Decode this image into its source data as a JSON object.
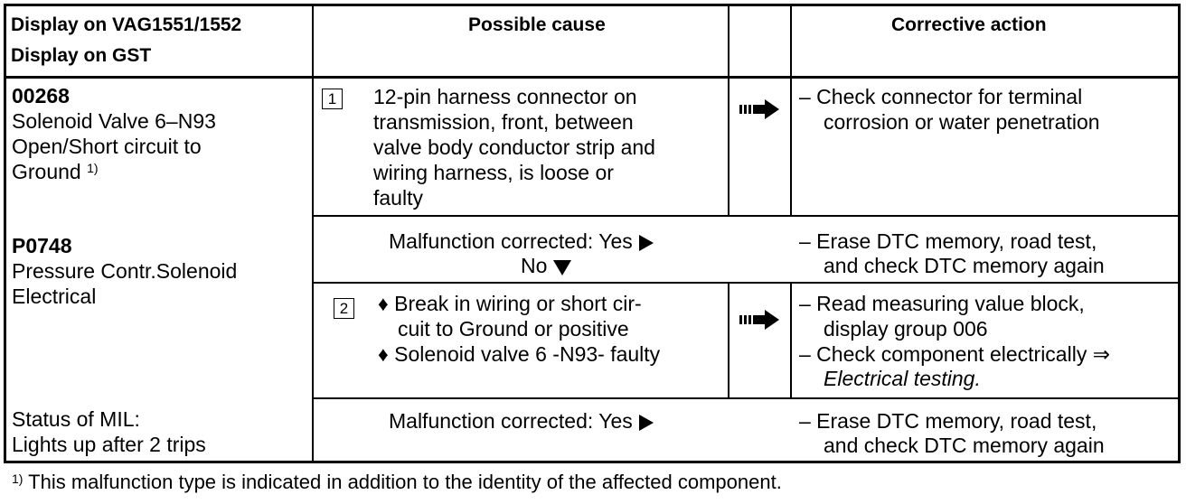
{
  "header": {
    "display_line1": "Display on VAG1551/1552",
    "display_line2": "Display on GST",
    "possible_cause": "Possible cause",
    "corrective_action": "Corrective action"
  },
  "left": {
    "code1": "00268",
    "desc1_line1": "Solenoid Valve 6–N93",
    "desc1_line2": "Open/Short circuit to",
    "desc1_line3": "Ground",
    "desc1_sup": "1)",
    "code2": "P0748",
    "desc2_line1": "Pressure Contr.Solenoid",
    "desc2_line2": "Electrical",
    "mil_line1": "Status of MIL:",
    "mil_line2": "Lights up after 2 trips"
  },
  "step1": {
    "number": "1",
    "lines": [
      "12-pin harness connector on",
      "transmission, front, between",
      "valve body conductor strip and",
      "wiring harness, is loose or",
      "faulty"
    ],
    "action_line1": "– Check connector for terminal",
    "action_line2": "corrosion or water penetration"
  },
  "check1": {
    "corrected": "Malfunction corrected:  Yes",
    "no": "No",
    "action_line1": "– Erase DTC memory, road test,",
    "action_line2": "and check DTC memory again"
  },
  "step2": {
    "number": "2",
    "bullet1_line1": "♦ Break in wiring or short cir-",
    "bullet1_line2": "cuit to Ground or positive",
    "bullet2": "♦ Solenoid valve 6 -N93- faulty",
    "action1_line1": "– Read measuring value block,",
    "action1_line2": "display group 006",
    "action2_line1": "– Check component electrically ⇒",
    "action2_line2": "Electrical testing."
  },
  "check2": {
    "corrected": "Malfunction corrected:  Yes",
    "action_line1": "– Erase DTC memory, road test,",
    "action_line2": "and check DTC memory again"
  },
  "footnote": {
    "sup": "1)",
    "text": "This malfunction type is indicated in addition to the identity of the affected component."
  }
}
